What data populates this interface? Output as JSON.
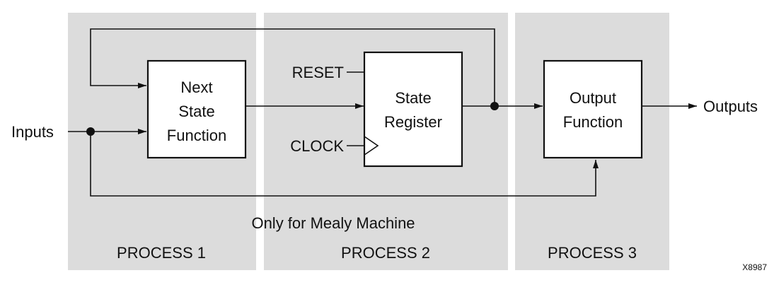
{
  "diagram": {
    "processes": [
      "PROCESS 1",
      "PROCESS 2",
      "PROCESS 3"
    ],
    "blocks": {
      "next_state": [
        "Next",
        "State",
        "Function"
      ],
      "state_register": [
        "State",
        "Register"
      ],
      "output_function": [
        "Output",
        "Function"
      ]
    },
    "signals": {
      "inputs": "Inputs",
      "outputs": "Outputs",
      "reset": "RESET",
      "clock": "CLOCK"
    },
    "note": "Only for Mealy Machine",
    "figure_id": "X8987"
  },
  "colors": {
    "panel": "#dcdcdc",
    "line": "#111111",
    "background": "#ffffff"
  }
}
